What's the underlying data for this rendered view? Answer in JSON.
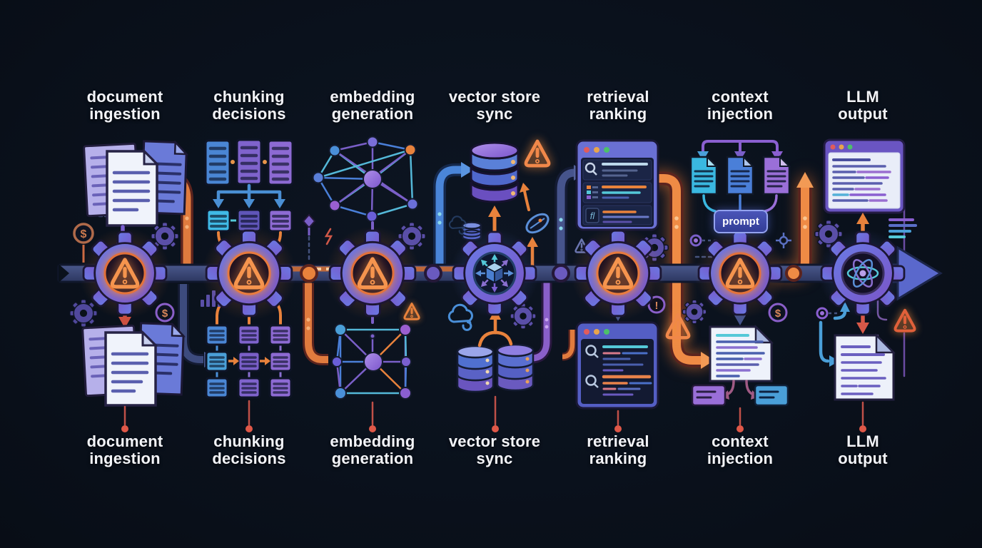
{
  "diagram": {
    "stages": [
      {
        "id": "document-ingestion",
        "label": "document\ningestion"
      },
      {
        "id": "chunking-decisions",
        "label": "chunking\ndecisions"
      },
      {
        "id": "embedding-generation",
        "label": "embedding\ngeneration"
      },
      {
        "id": "vector-store-sync",
        "label": "vector store\nsync"
      },
      {
        "id": "retrieval-ranking",
        "label": "retrieval\nranking"
      },
      {
        "id": "context-injection",
        "label": "context\ninjection",
        "prompt_label": "prompt"
      },
      {
        "id": "llm-output",
        "label": "LLM\noutput"
      }
    ],
    "badges": {
      "dollar": "$",
      "exclamation": "!",
      "fn": "fl"
    },
    "colors": {
      "background": "#0a111c",
      "label_text": "#f3f4f8",
      "pipeline_bar": "#3c4a72",
      "orange_pipe": "#e8823c",
      "blue_pipe": "#4a85d8",
      "purple_pipe": "#8a5fc9",
      "slate_pipe": "#46548c",
      "warning": "#f0884a",
      "connector_dot": "#e05848",
      "cyan_accent": "#54c8d8",
      "traffic_red": "#e05c5c",
      "traffic_orange": "#e8a44c",
      "traffic_green": "#4cc06a"
    }
  }
}
